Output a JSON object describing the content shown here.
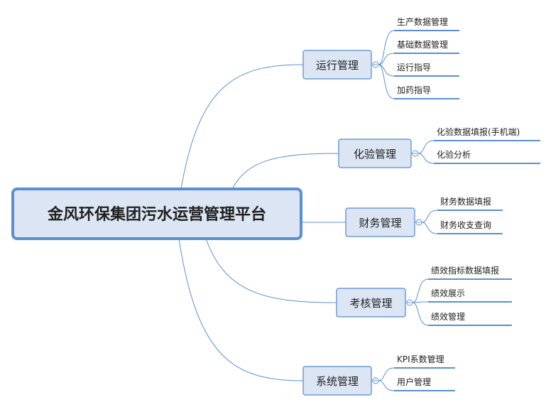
{
  "mindmap": {
    "central": {
      "label": "金风环保集团污水运营管理平台"
    },
    "branches": [
      {
        "label": "运行管理",
        "children": [
          "生产数据管理",
          "基础数据管理",
          "运行指导",
          "加药指导"
        ]
      },
      {
        "label": "化验管理",
        "children": [
          "化验数据填报(手机端)",
          "化验分析"
        ]
      },
      {
        "label": "财务管理",
        "children": [
          "财务数据填报",
          "财务收支查询"
        ]
      },
      {
        "label": "考核管理",
        "children": [
          "绩效指标数据填报",
          "绩效展示",
          "绩效管理"
        ]
      },
      {
        "label": "系统管理",
        "children": [
          "KPI系数管理",
          "用户管理"
        ]
      }
    ]
  },
  "colors": {
    "central_fill": "#dbe5f3",
    "central_border": "#5b8fd1",
    "branch_fill": "#dbe5f3",
    "branch_border": "#6f9bd4",
    "line": "#5b8fd1",
    "text": "#1f1f1f"
  }
}
